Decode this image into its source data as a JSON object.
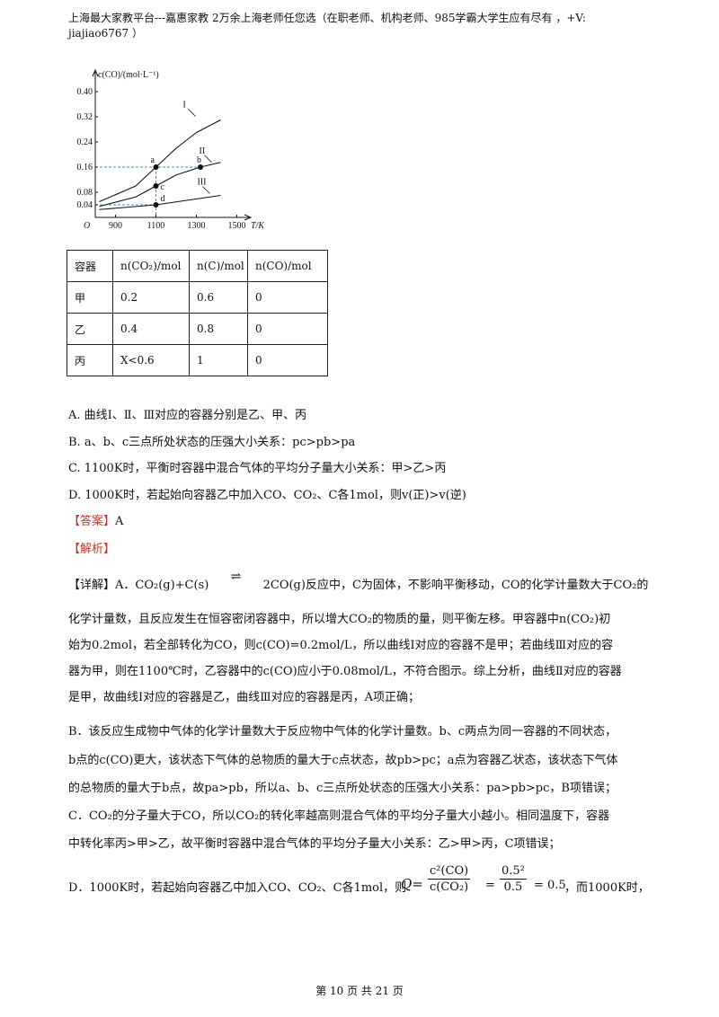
{
  "header": {
    "line1": "上海最大家教平台---嘉惠家教    2万余上海老师任您选（在职老师、机构老师、985学霸大学生应有尽有 ，+V:",
    "line2": "jiajiao6767 ）"
  },
  "chart_data": {
    "type": "line",
    "ylabel": "c(CO)/(mol·L⁻¹)",
    "xlabel": "T/K",
    "origin_label": "O",
    "y_ticks": [
      "0.40",
      "0.32",
      "0.24",
      "0.16",
      "0.08",
      "0.04"
    ],
    "x_ticks": [
      "900",
      "1100",
      "1300",
      "1500"
    ],
    "series": [
      {
        "name": "I",
        "x": [
          820,
          1000,
          1100,
          1200,
          1300,
          1420
        ],
        "y": [
          0.05,
          0.1,
          0.16,
          0.22,
          0.27,
          0.31
        ]
      },
      {
        "name": "II",
        "x": [
          820,
          1000,
          1100,
          1200,
          1320,
          1420
        ],
        "y": [
          0.035,
          0.065,
          0.1,
          0.135,
          0.16,
          0.175
        ]
      },
      {
        "name": "III",
        "x": [
          820,
          1100,
          1420
        ],
        "y": [
          0.025,
          0.04,
          0.07
        ]
      }
    ],
    "points": [
      {
        "label": "a",
        "x": 1100,
        "y": 0.16
      },
      {
        "label": "b",
        "x": 1320,
        "y": 0.16
      },
      {
        "label": "c",
        "x": 1100,
        "y": 0.1
      },
      {
        "label": "d",
        "x": 1100,
        "y": 0.04
      }
    ]
  },
  "table": {
    "headers": [
      "容器",
      "n(CO₂)/mol",
      "n(C)/mol",
      "n(CO)/mol"
    ],
    "rows": [
      [
        "甲",
        "0.2",
        "0.6",
        "0"
      ],
      [
        "乙",
        "0.4",
        "0.8",
        "0"
      ],
      [
        "丙",
        "X<0.6",
        "1",
        "0"
      ]
    ]
  },
  "options": {
    "a": "A. 曲线Ⅰ、Ⅱ、Ⅲ对应的容器分别是乙、甲、丙",
    "b": "B. a、b、c三点所处状态的压强大小关系：pc>pb>pa",
    "c": "C. 1100K时，平衡时容器中混合气体的平均分子量大小关系：甲>乙>丙",
    "d": "D. 1000K时，若起始向容器乙中加入CO、CO₂、C各1mol，则v(正)>v(逆)"
  },
  "answer": {
    "label": "【答案】",
    "value": "A"
  },
  "analysis_label": "【解析】",
  "detail": {
    "l1a": "【详解】A．CO₂(g)+C(s)",
    "arrow": "⇌",
    "l1b": "2CO(g)反应中，C为固体，不影响平衡移动，CO的化学计量数大于CO₂的",
    "l2": "化学计量数，且反应发生在恒容密闭容器中，所以增大CO₂的物质的量，则平衡左移。甲容器中n(CO₂)初",
    "l3": "始为0.2mol，若全部转化为CO，则c(CO)=0.2mol/L，所以曲线Ⅰ对应的容器不是甲；若曲线Ⅲ对应的容",
    "l4": "器为甲，则在1100℃时，乙容器中的c(CO)应小于0.08mol/L，不符合图示。综上分析，曲线Ⅱ对应的容器",
    "l5": "是甲，故曲线Ⅰ对应的容器是乙，曲线Ⅲ对应的容器是丙，A项正确；",
    "l6": "B．该反应生成物中气体的化学计量数大于反应物中气体的化学计量数。b、c两点为同一容器的不同状态，",
    "l7": "b点的c(CO)更大，该状态下气体的总物质的量大于c点状态，故pb>pc；a点为容器乙状态，该状态下气体",
    "l8": "的总物质的量大于b点，故pa>pb，所以a、b、c三点所处状态的压强大小关系：pa>pb>pc，B项错误；",
    "l9": "C．CO₂的分子量大于CO，所以CO₂的转化率越高则混合气体的平均分子量大小越小。相同温度下，容器",
    "l10": "中转化率丙>甲>乙，故平衡时容器中混合气体的平均分子量大小关系：乙>甲>丙，C项错误；",
    "l11a": "D．1000K时，若起始向容器乙中加入CO、CO₂、C各1mol，则",
    "q": "Q=",
    "f1_num": "c²(CO)",
    "f1_den": "c(CO₂)",
    "eq1": "=",
    "f2_num": "0.5²",
    "f2_den": "0.5",
    "eq2": "= 0.5",
    "l11b": "，而1000K时，"
  },
  "footer": "第 10 页 共 21 页"
}
